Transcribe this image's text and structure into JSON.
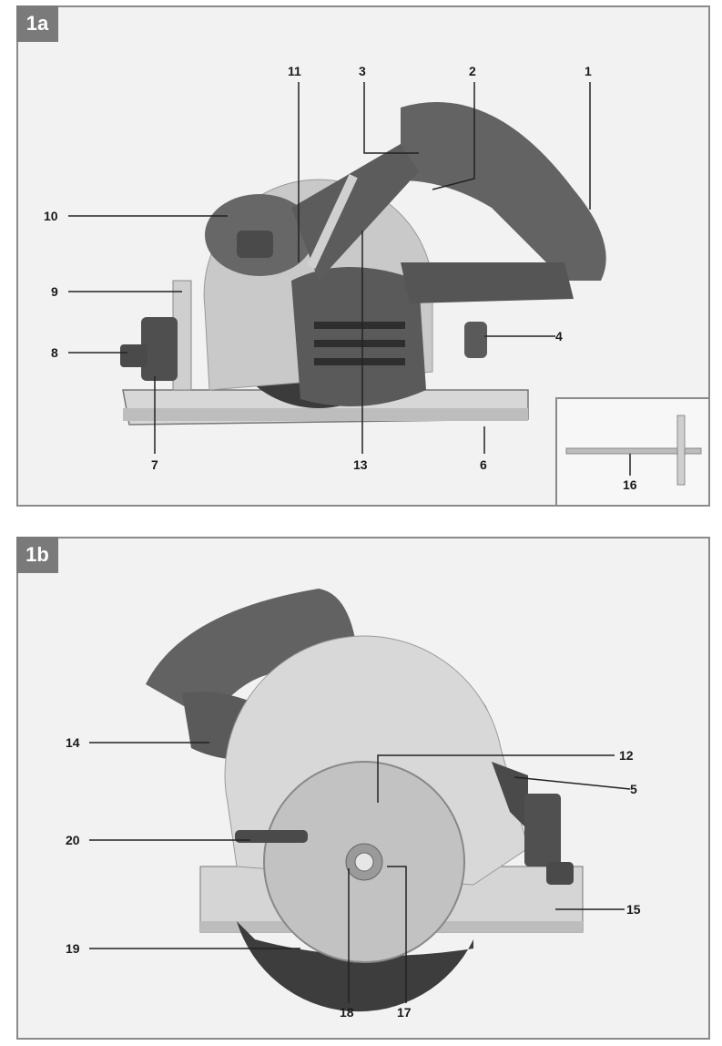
{
  "panel_1a": {
    "tag": "1a",
    "labels": {
      "l1": "1",
      "l2": "2",
      "l3": "3",
      "l4": "4",
      "l6": "6",
      "l7": "7",
      "l8": "8",
      "l9": "9",
      "l10": "10",
      "l11": "11",
      "l13": "13",
      "l16": "16"
    }
  },
  "panel_1b": {
    "tag": "1b",
    "labels": {
      "l5": "5",
      "l12": "12",
      "l14": "14",
      "l15": "15",
      "l17": "17",
      "l18": "18",
      "l19": "19",
      "l20": "20"
    }
  },
  "colors": {
    "frame": "#8a8a8a",
    "tag": "#7a7a7a",
    "tool": "#5e5e5e",
    "metal": "#c8c8c8"
  }
}
